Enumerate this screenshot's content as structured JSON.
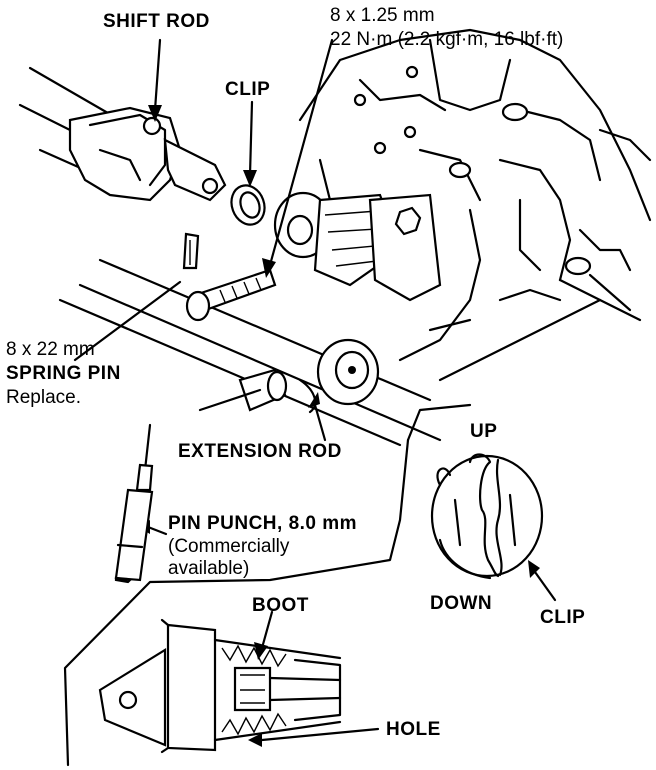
{
  "labels": {
    "shift_rod": "SHIFT ROD",
    "bolt_size": "8 x 1.25 mm",
    "torque": "22 N·m (2.2 kgf·m, 16 lbf·ft)",
    "clip_top": "CLIP",
    "spring_pin_size": "8 x 22 mm",
    "spring_pin": "SPRING PIN",
    "replace": "Replace.",
    "extension_rod": "EXTENSION ROD",
    "up": "UP",
    "pin_punch": "PIN PUNCH, 8.0 mm",
    "commercially": "(Commercially",
    "available": "available)",
    "boot": "BOOT",
    "down": "DOWN",
    "clip_bottom": "CLIP",
    "hole": "HOLE"
  }
}
